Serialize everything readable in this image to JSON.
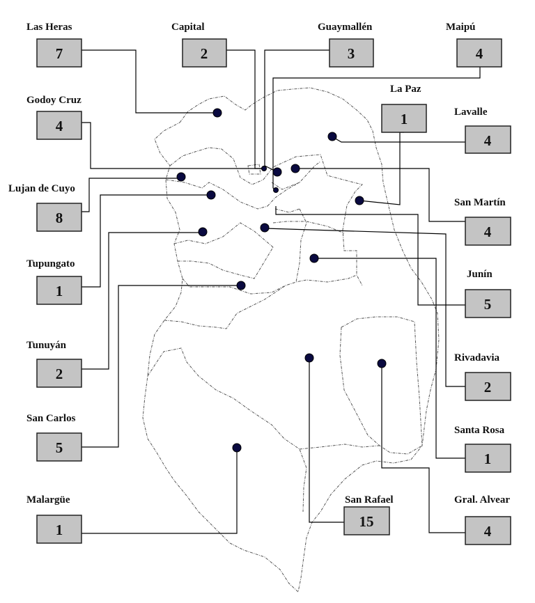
{
  "marker_color": "#0a0a40",
  "box_color": "#c4c4c4",
  "departments": [
    {
      "id": "las-heras",
      "name": "Las Heras",
      "count": "7"
    },
    {
      "id": "capital",
      "name": "Capital",
      "count": "2"
    },
    {
      "id": "guaymallen",
      "name": "Guaymallén",
      "count": "3"
    },
    {
      "id": "maipu",
      "name": "Maipú",
      "count": "4"
    },
    {
      "id": "godoy-cruz",
      "name": "Godoy Cruz",
      "count": "4"
    },
    {
      "id": "la-paz",
      "name": "La Paz",
      "count": "1"
    },
    {
      "id": "lavalle",
      "name": "Lavalle",
      "count": "4"
    },
    {
      "id": "lujan-de-cuyo",
      "name": "Lujan de Cuyo",
      "count": "8"
    },
    {
      "id": "san-martin",
      "name": "San Martín",
      "count": "4"
    },
    {
      "id": "tupungato",
      "name": "Tupungato",
      "count": "1"
    },
    {
      "id": "junin",
      "name": "Junín",
      "count": "5"
    },
    {
      "id": "tunuyan",
      "name": "Tunuyán",
      "count": "2"
    },
    {
      "id": "rivadavia",
      "name": "Rivadavia",
      "count": "2"
    },
    {
      "id": "san-carlos",
      "name": "San Carlos",
      "count": "5"
    },
    {
      "id": "santa-rosa",
      "name": "Santa Rosa",
      "count": "1"
    },
    {
      "id": "malargue",
      "name": "Malargüe",
      "count": "1"
    },
    {
      "id": "san-rafael",
      "name": "San Rafael",
      "count": "15"
    },
    {
      "id": "gral-alvear",
      "name": "Gral. Alvear",
      "count": "4"
    }
  ]
}
